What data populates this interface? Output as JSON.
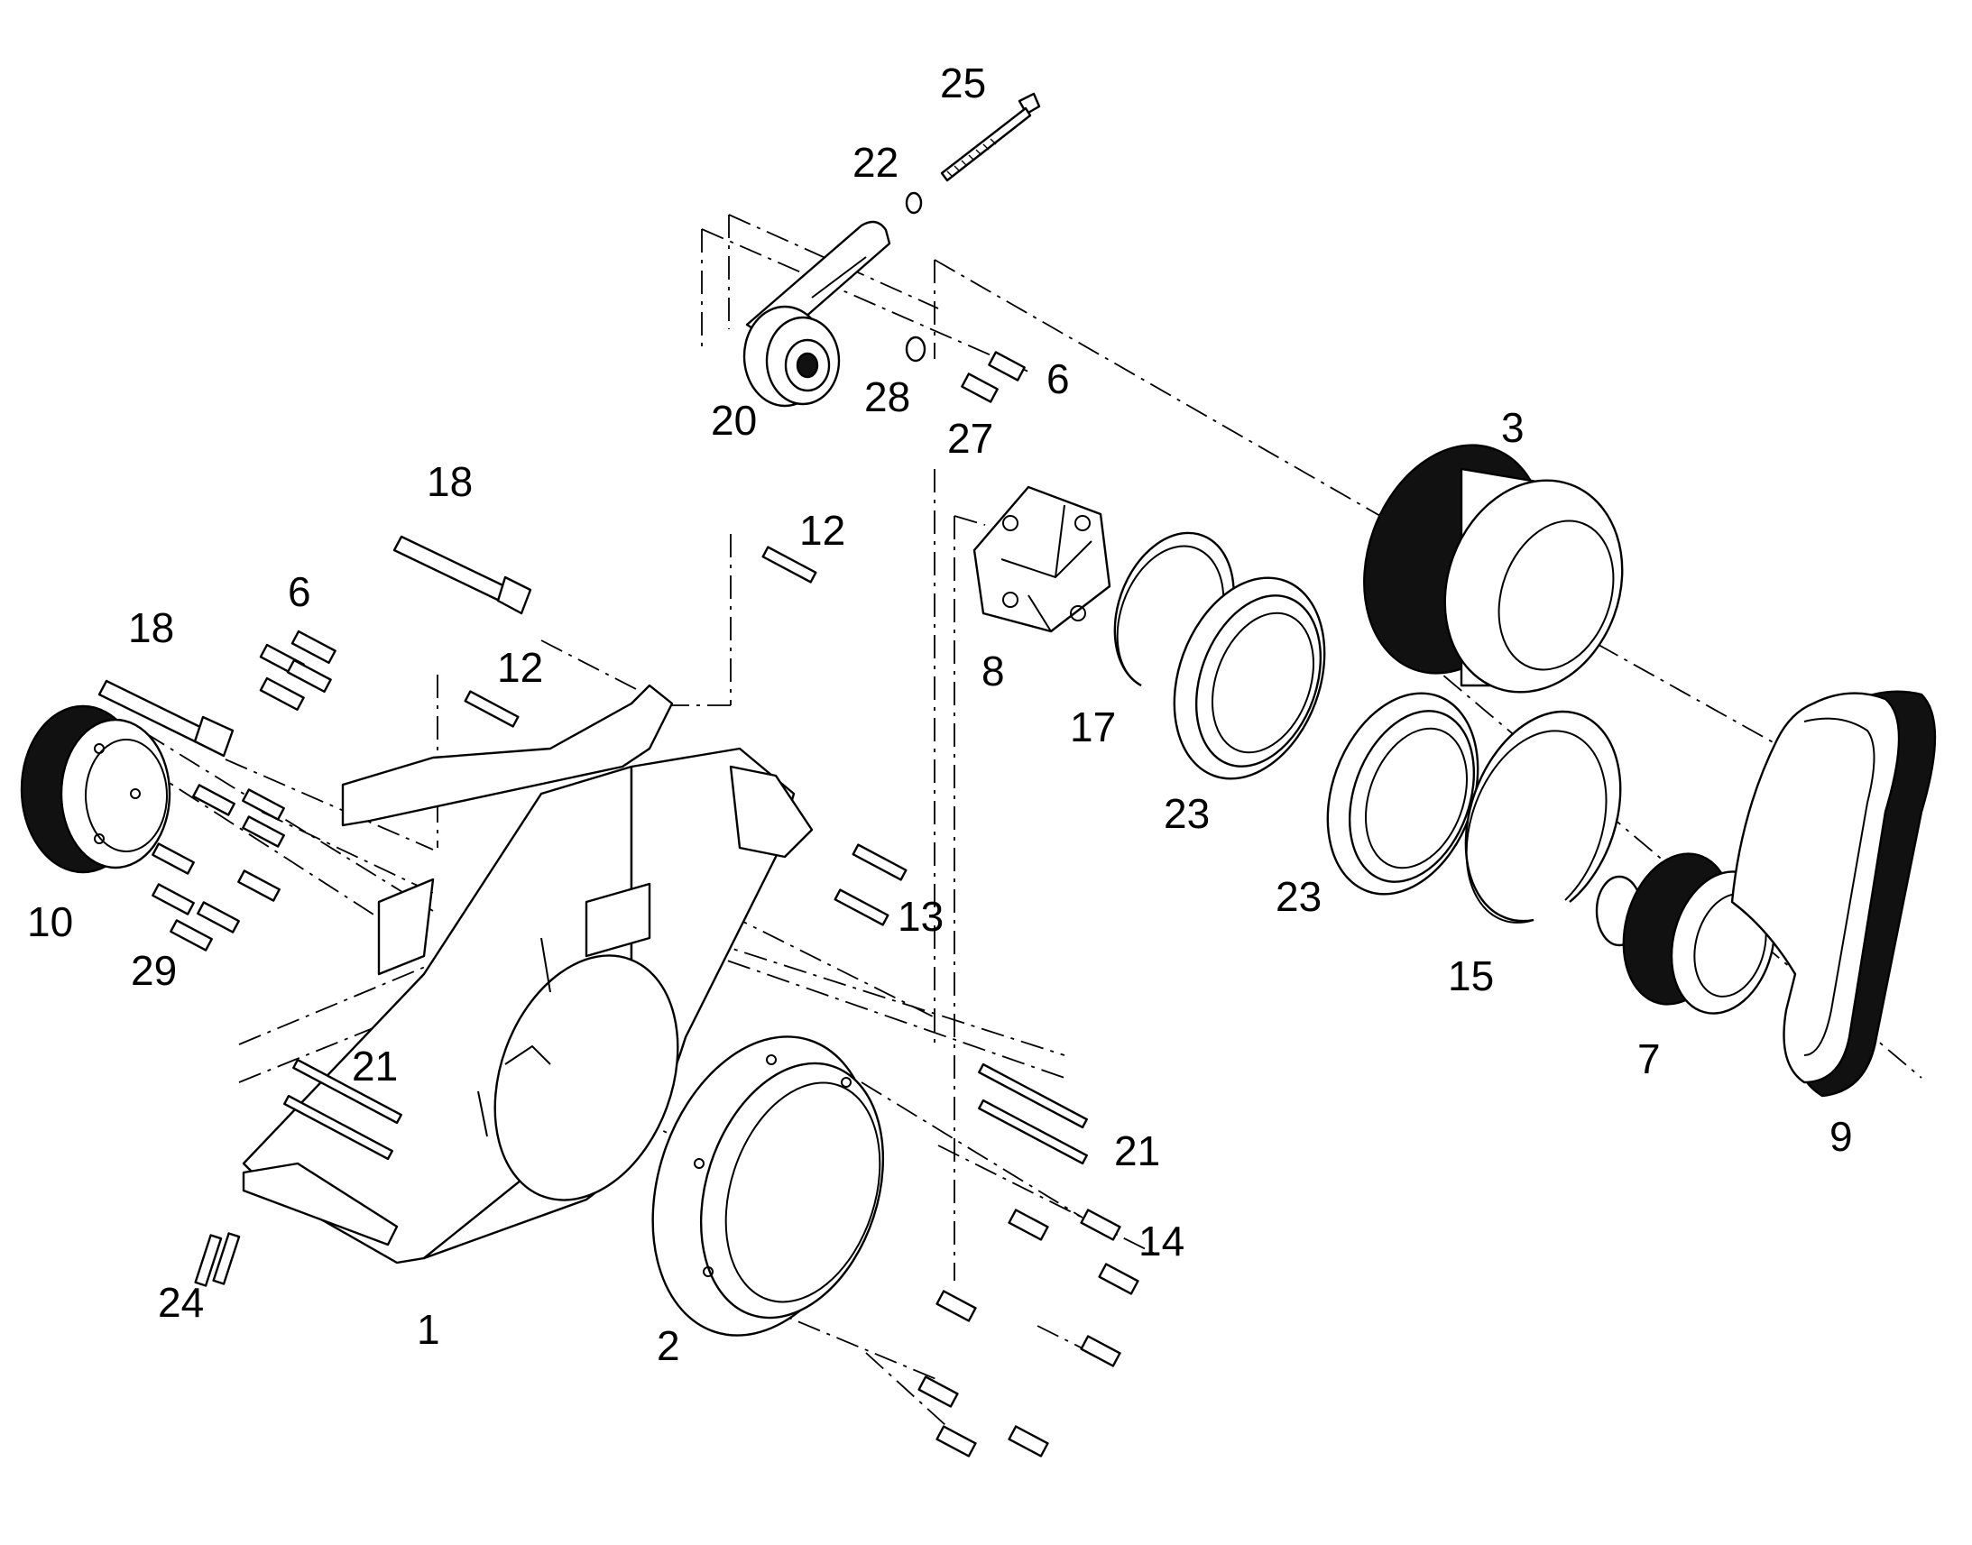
{
  "callouts": {
    "c1": "1",
    "c2": "2",
    "c3": "3",
    "c6a": "6",
    "c6b": "6",
    "c7": "7",
    "c8": "8",
    "c9": "9",
    "c10": "10",
    "c12a": "12",
    "c12b": "12",
    "c13": "13",
    "c14": "14",
    "c15": "15",
    "c17": "17",
    "c18a": "18",
    "c18b": "18",
    "c20": "20",
    "c21a": "21",
    "c21b": "21",
    "c22": "22",
    "c23a": "23",
    "c23b": "23",
    "c24": "24",
    "c25": "25",
    "c27": "27",
    "c28": "28",
    "c29": "29"
  },
  "colors": {
    "line": "#000000",
    "background": "#ffffff"
  }
}
